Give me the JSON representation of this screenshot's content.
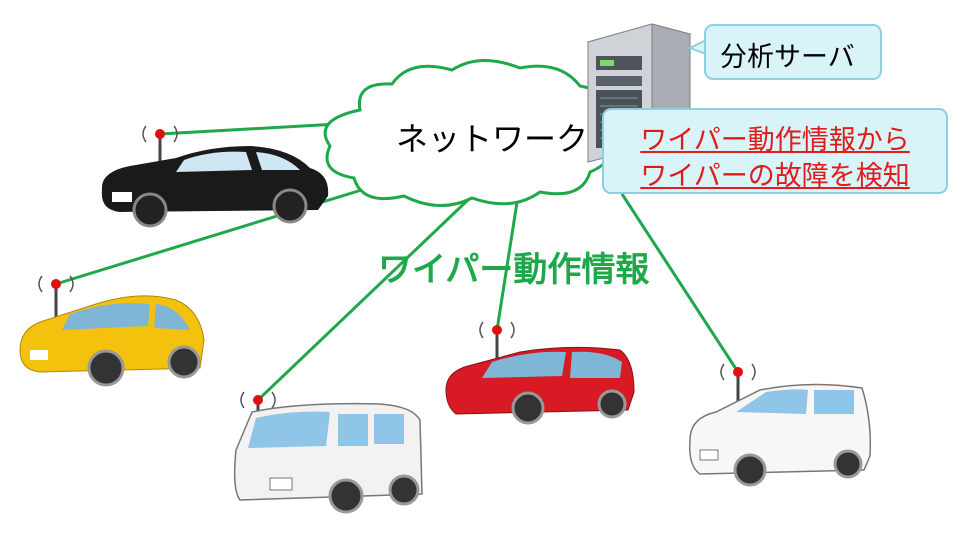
{
  "network": {
    "label": "ネットワーク"
  },
  "server": {
    "label": "分析サーバ"
  },
  "analysis": {
    "line1": "ワイパー動作情報から",
    "line2": "ワイパーの故障を検知"
  },
  "data_flow": {
    "label": "ワイパー動作情報"
  },
  "colors": {
    "link": "#1ea84a",
    "callout_bg": "#d9f4f8",
    "callout_border": "#8ccfe0",
    "alert_text": "#e11b1b",
    "antenna_dot": "#e01010"
  },
  "vehicles": [
    {
      "name": "black-sedan",
      "body_color": "#1a1a1a"
    },
    {
      "name": "yellow-hatchback",
      "body_color": "#f4c20d"
    },
    {
      "name": "white-van",
      "body_color": "#f2f2f2"
    },
    {
      "name": "red-minivan",
      "body_color": "#d81a24"
    },
    {
      "name": "white-wagon",
      "body_color": "#f7f7f7"
    }
  ]
}
